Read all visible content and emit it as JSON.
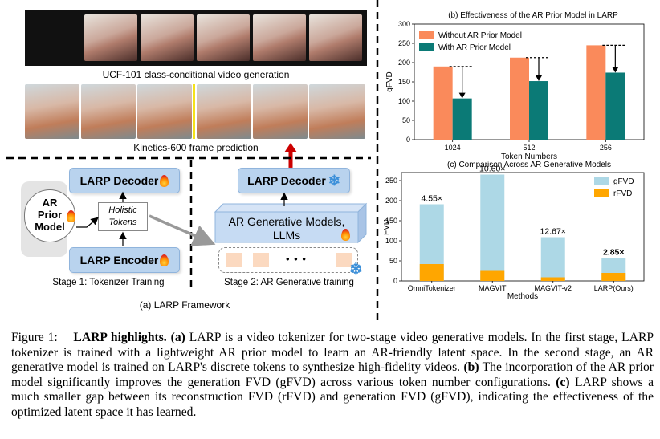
{
  "framework": {
    "ucf_caption": "UCF-101 class-conditional video generation",
    "kinetics_caption": "Kinetics-600 frame prediction",
    "decoder_label": "LARP Decoder",
    "encoder_label": "LARP Encoder",
    "holistic_line1": "Holistic",
    "holistic_line2": "Tokens",
    "ar_prior_line1": "AR",
    "ar_prior_line2": "Prior",
    "ar_prior_line3": "Model",
    "stage1": "Stage 1: Tokenizer Training",
    "decoder2_label": "LARP Decoder",
    "ar_gen_line1": "AR Generative Models,",
    "ar_gen_line2": "LLMs",
    "dots": "• • •",
    "stage2": "Stage 2: AR Generative training",
    "subtitle": "(a) LARP Framework"
  },
  "caption": {
    "label": "Figure 1:",
    "bold": "LARP highlights.",
    "a_tag": "(a)",
    "a_text": "LARP is a video tokenizer for two-stage video generative models. In the first stage, LARP tokenizer is trained with a lightweight AR prior model to learn an AR-friendly latent space. In the second stage, an AR generative model is trained on LARP's discrete tokens to synthesize high-fidelity videos.",
    "b_tag": "(b)",
    "b_text": "The incorporation of the AR prior model significantly improves the generation FVD (gFVD) across various token number configurations.",
    "c_tag": "(c)",
    "c_text": "LARP shows a much smaller gap between its reconstruction FVD (rFVD) and generation FVD (gFVD), indicating the effectiveness of the optimized latent space it has learned."
  },
  "colors": {
    "without_prior": "#fa8a5b",
    "with_prior": "#0b7a76",
    "gfvd": "#add8e6",
    "rfvd": "#ffa600"
  },
  "chart_data": [
    {
      "type": "bar",
      "title": "(b) Effectiveness of the AR Prior Model in LARP",
      "xlabel": "Token Numbers",
      "ylabel": "gFVD",
      "categories": [
        "1024",
        "512",
        "256"
      ],
      "series": [
        {
          "name": "Without AR Prior Model",
          "values": [
            190,
            213,
            245
          ]
        },
        {
          "name": "With AR Prior Model",
          "values": [
            107,
            152,
            174
          ]
        }
      ],
      "ylim": [
        0,
        300
      ],
      "yticks": [
        "0",
        "50",
        "100",
        "150",
        "200",
        "250",
        "300"
      ],
      "legend": "top-left",
      "grid": false
    },
    {
      "type": "bar",
      "title": "(c) Comparison Across AR Generative Models",
      "xlabel": "Methods",
      "ylabel": "FVD",
      "categories": [
        "OmniTokenizer",
        "MAGVIT",
        "MAGVIT-v2",
        "LARP(Ours)"
      ],
      "series": [
        {
          "name": "gFVD",
          "values": [
            191,
            265,
            109,
            57
          ]
        },
        {
          "name": "rFVD",
          "values": [
            42,
            25,
            9,
            20
          ]
        }
      ],
      "annotations": [
        "4.55×",
        "10.60×",
        "12.67×",
        "2.85×"
      ],
      "ylim": [
        0,
        270
      ],
      "yticks": [
        "0",
        "50",
        "100",
        "150",
        "200",
        "250"
      ],
      "legend": "top-right",
      "grid": false
    }
  ]
}
